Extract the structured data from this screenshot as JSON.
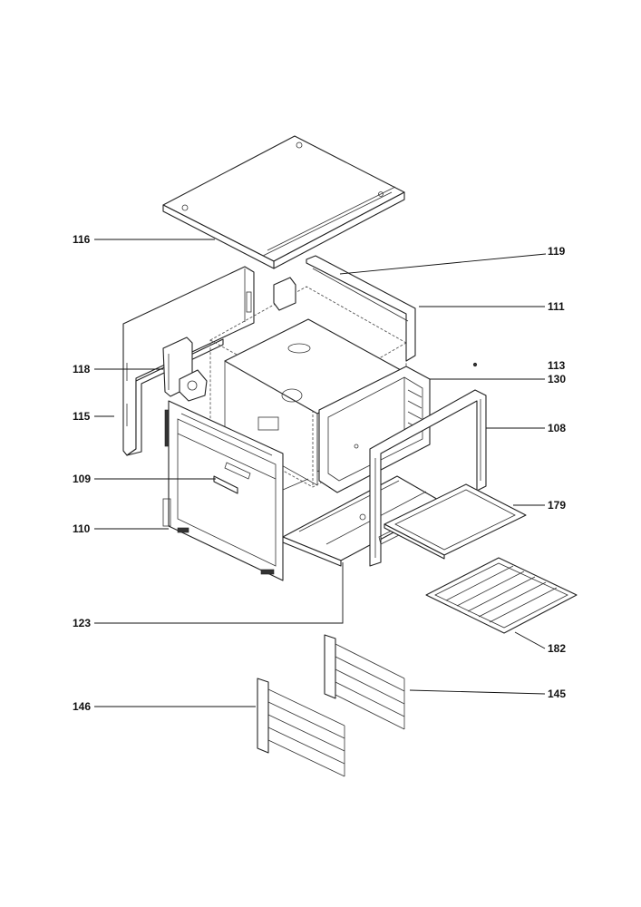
{
  "callouts": {
    "c116": "116",
    "c119": "119",
    "c111": "111",
    "c118": "118",
    "c113": "113",
    "c130": "130",
    "c115": "115",
    "c108": "108",
    "c109": "109",
    "c179": "179",
    "c110": "110",
    "c123": "123",
    "c182": "182",
    "c145": "145",
    "c146": "146"
  }
}
